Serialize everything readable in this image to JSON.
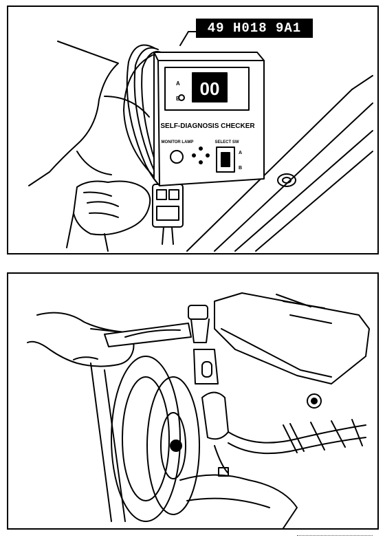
{
  "top_panel": {
    "part_number": "49 H018 9A1",
    "checker": {
      "title": "SELF-DIAGNOSIS CHECKER",
      "display_digits": "00",
      "indicator_a": "A",
      "indicator_b": "B",
      "monitor_lamp_label": "MONITOR LAMP",
      "select_sw_label": "SELECT SW",
      "switch_a": "A",
      "switch_b": "B"
    }
  },
  "bottom_panel": {}
}
